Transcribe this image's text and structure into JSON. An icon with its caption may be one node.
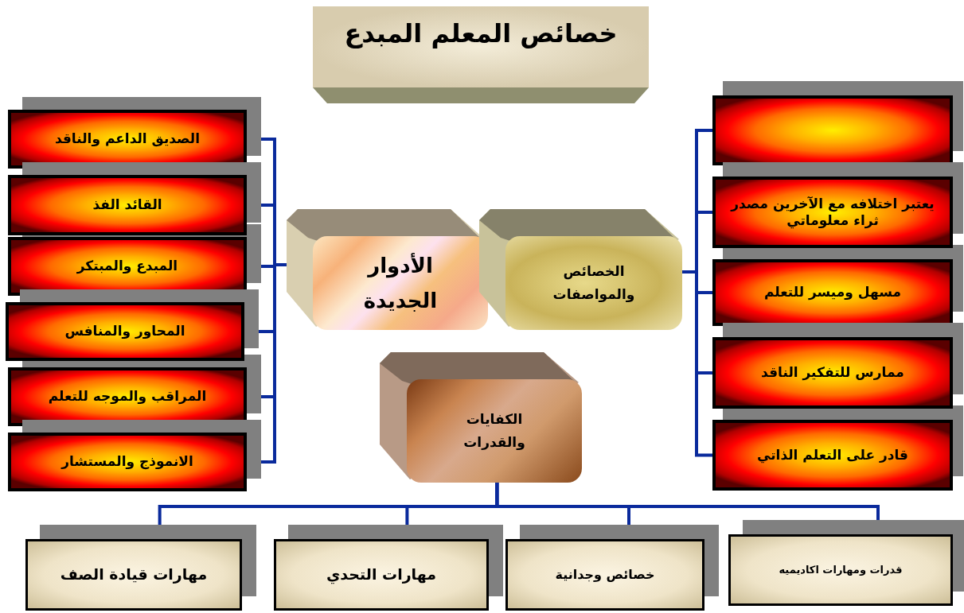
{
  "diagram": {
    "title": "خصائص المعلم المبدع",
    "nodes": [
      {
        "text": [
          "الصديق الداعم والناقد"
        ]
      },
      {
        "text": [
          "القائد الفذ"
        ]
      },
      {
        "text": [
          "المبدع والمبتكر"
        ]
      },
      {
        "text": [
          "المحاور والمنافس"
        ]
      },
      {
        "text": [
          "المراقب والموجه للتعلم"
        ]
      },
      {
        "text": [
          "الانموذج والمستشار"
        ]
      },
      {
        "text": [
          "الأدوار الجديدة"
        ]
      },
      {
        "text": [
          "الخصائص والمواصفات"
        ]
      },
      {
        "text": [],
        "shape": "box"
      },
      {
        "text": [
          "يعتبر اختلافه مع الآخرين مصدر ثراء معلوماتي"
        ]
      },
      {
        "text": [
          "مسهل وميسر للتعلم"
        ]
      },
      {
        "text": [
          "ممارس للتفكير الناقد"
        ]
      },
      {
        "text": [
          "قادر على التعلم الذاتي"
        ]
      },
      {
        "text": [
          "الكفايات والقدرات"
        ]
      },
      {
        "text": [
          "مهارات قيادة الصف"
        ]
      },
      {
        "text": [
          "مهارات التحدي"
        ]
      },
      {
        "text": [
          "خصائص وجدانية"
        ]
      },
      {
        "text": [
          "قدرات ومهارات اكاديميه"
        ]
      }
    ],
    "edges": [
      {
        "from": 6,
        "to": 0,
        "arrow": "none"
      },
      {
        "from": 6,
        "to": 1,
        "arrow": "none"
      },
      {
        "from": 6,
        "to": 2,
        "arrow": "none"
      },
      {
        "from": 6,
        "to": 3,
        "arrow": "none"
      },
      {
        "from": 6,
        "to": 4,
        "arrow": "none"
      },
      {
        "from": 6,
        "to": 5,
        "arrow": "none"
      },
      {
        "from": 7,
        "to": 8,
        "arrow": "none"
      },
      {
        "from": 7,
        "to": 9,
        "arrow": "none"
      },
      {
        "from": 7,
        "to": 10,
        "arrow": "none"
      },
      {
        "from": 7,
        "to": 11,
        "arrow": "none"
      },
      {
        "from": 7,
        "to": 12,
        "arrow": "none"
      },
      {
        "from": 13,
        "to": 14,
        "arrow": "none"
      },
      {
        "from": 13,
        "to": 15,
        "arrow": "none"
      },
      {
        "from": 13,
        "to": 16,
        "arrow": "none"
      },
      {
        "from": 13,
        "to": 17,
        "arrow": "none"
      }
    ]
  }
}
